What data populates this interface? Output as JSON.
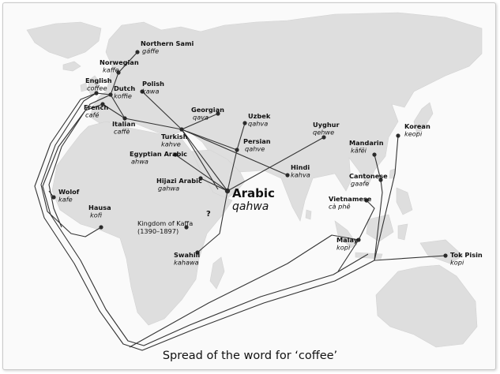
{
  "caption": "Spread of the word for ‘coffee’",
  "hub": {
    "language": "Arabic",
    "word": "qahwa"
  },
  "languages": [
    {
      "id": "northern-sami",
      "language": "Northern Sami",
      "word": "gáffe"
    },
    {
      "id": "norwegian",
      "language": "Norwegian",
      "word": "kaffe"
    },
    {
      "id": "english",
      "language": "English",
      "word": "coffee"
    },
    {
      "id": "dutch",
      "language": "Dutch",
      "word": "koffie"
    },
    {
      "id": "polish",
      "language": "Polish",
      "word": "kawa"
    },
    {
      "id": "french",
      "language": "French",
      "word": "café"
    },
    {
      "id": "italian",
      "language": "Italian",
      "word": "caffè"
    },
    {
      "id": "georgian",
      "language": "Georgian",
      "word": "qava"
    },
    {
      "id": "uzbek",
      "language": "Uzbek",
      "word": "qahva"
    },
    {
      "id": "turkish",
      "language": "Turkish",
      "word": "kahve"
    },
    {
      "id": "persian",
      "language": "Persian",
      "word": "qahve"
    },
    {
      "id": "uyghur",
      "language": "Uyghur",
      "word": "qehwe"
    },
    {
      "id": "egyptian-arabic",
      "language": "Egyptian Arabic",
      "word": "ahwa"
    },
    {
      "id": "hindi",
      "language": "Hindi",
      "word": "kahva"
    },
    {
      "id": "mandarin",
      "language": "Mandarin",
      "word": "kāfēi"
    },
    {
      "id": "korean",
      "language": "Korean",
      "word": "keopi"
    },
    {
      "id": "hijazi-arabic",
      "language": "Hijazi Arabic",
      "word": "gahwa"
    },
    {
      "id": "cantonese",
      "language": "Cantonese",
      "word": "gaafe"
    },
    {
      "id": "wolof",
      "language": "Wolof",
      "word": "kafe"
    },
    {
      "id": "hausa",
      "language": "Hausa",
      "word": "kofi"
    },
    {
      "id": "vietnamese",
      "language": "Vietnamese",
      "word": "cà phê"
    },
    {
      "id": "swahili",
      "language": "Swahili",
      "word": "kahawa"
    },
    {
      "id": "malay",
      "language": "Malay",
      "word": "kopi"
    },
    {
      "id": "tok-pisin",
      "language": "Tok Pisin",
      "word": "kopi"
    }
  ],
  "kaffa": {
    "language": "Kingdom of Kaffa",
    "dates": "(1390–1897)",
    "mark": "?"
  },
  "colors": {
    "land": "#dedede",
    "sea": "#fafafa",
    "route": "#333333",
    "dot": "#2a2a2a"
  }
}
